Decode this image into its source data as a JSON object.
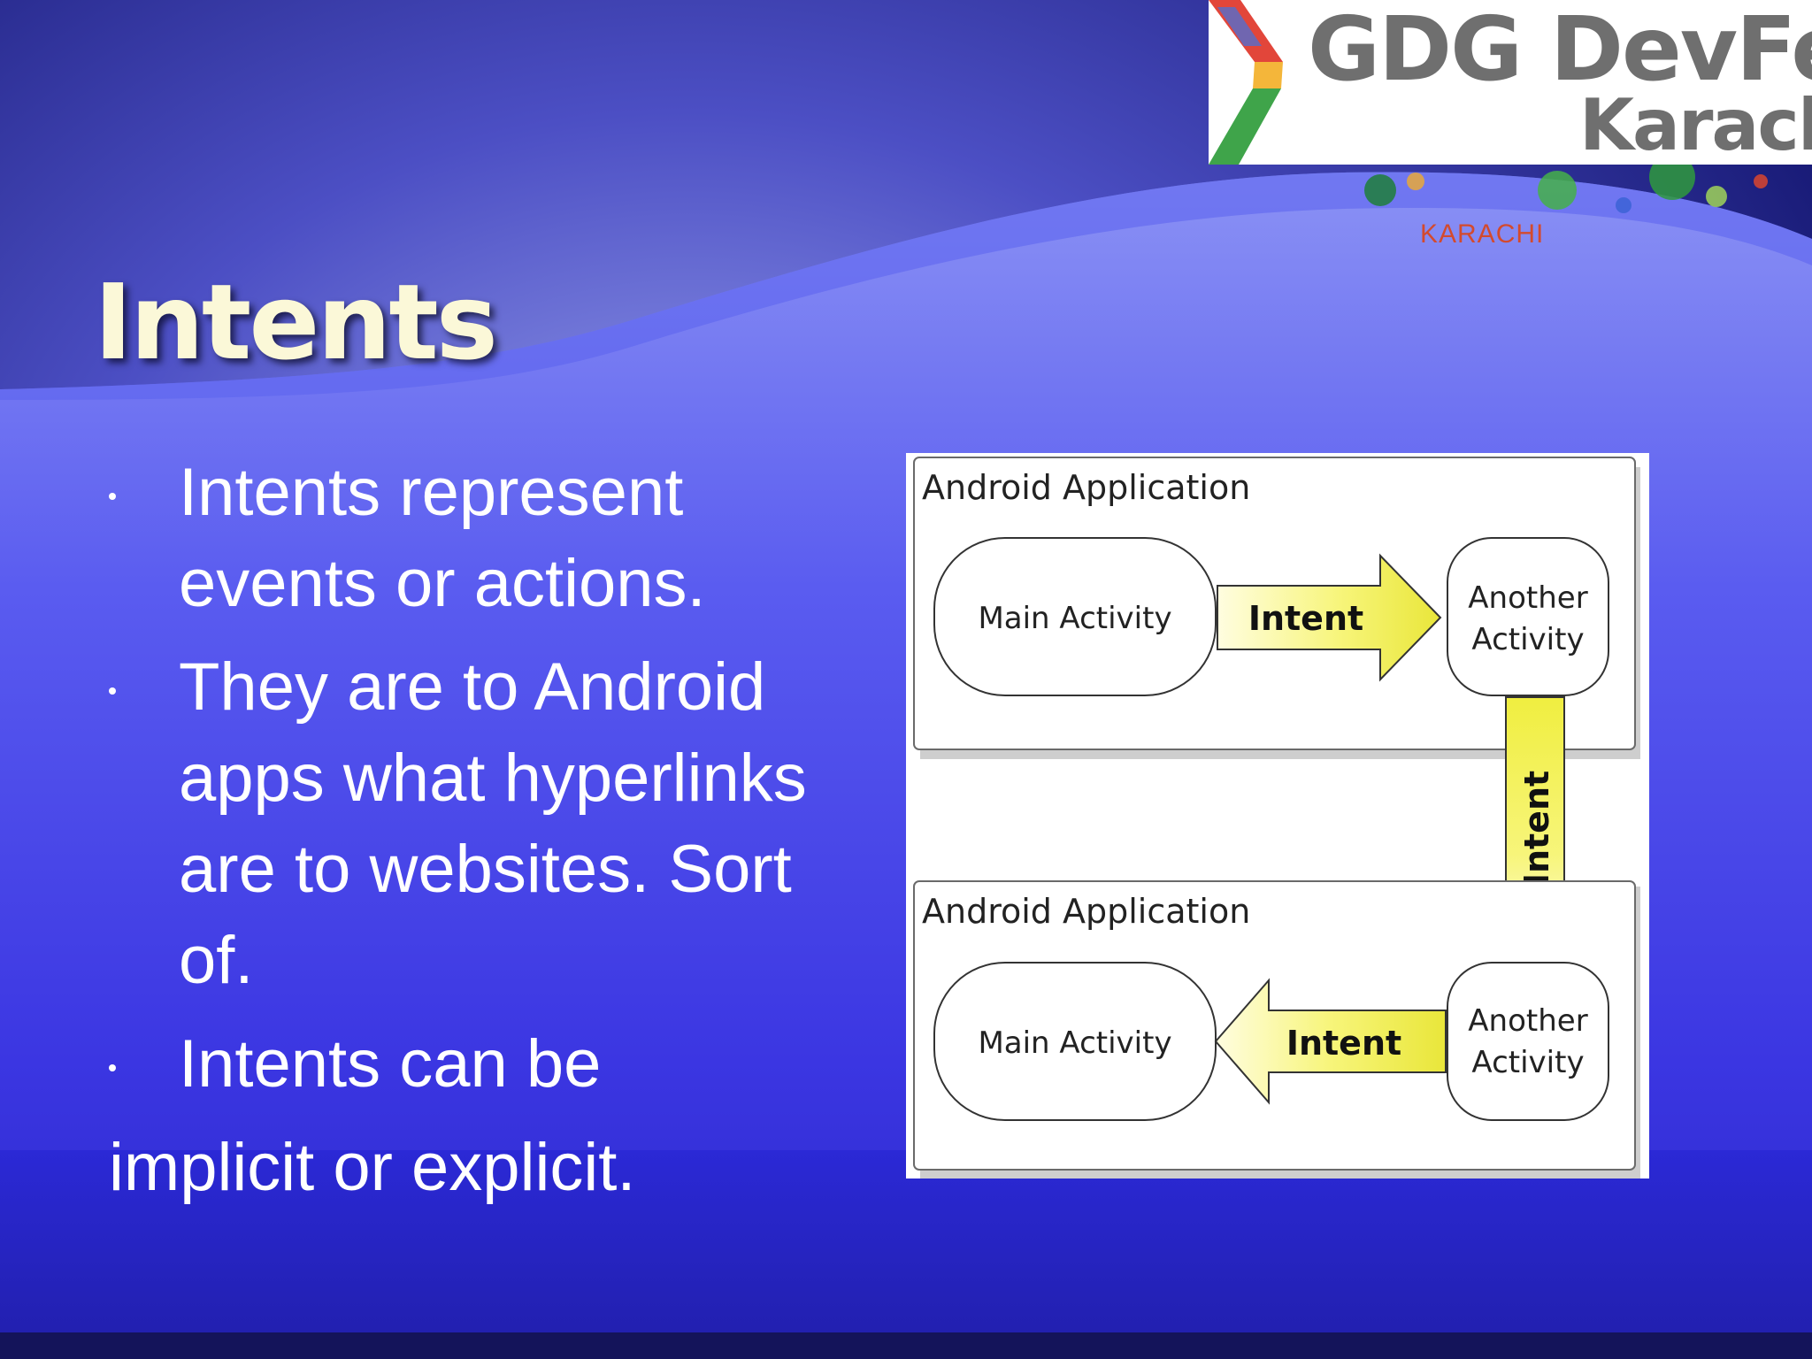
{
  "slide": {
    "title": "Intents",
    "bullets": [
      "Intents represent events or actions.",
      "They are to Android apps what hyperlinks are to websites. Sort of.",
      "Intents can be"
    ],
    "continuation": "implicit or explicit."
  },
  "logo": {
    "name": "GDG DevFest",
    "city": "Karachi",
    "tag": "KARACHI"
  },
  "diagram": {
    "top_app_label": "Android Application",
    "bottom_app_label": "Android Application",
    "top_left_node": "Main Activity",
    "top_right_node": [
      "Another",
      "Activity"
    ],
    "bottom_left_node": "Main Activity",
    "bottom_right_node": [
      "Another",
      "Activity"
    ],
    "arrow_top": "Intent",
    "arrow_vertical": "Intent",
    "arrow_bottom": "Intent"
  },
  "colors": {
    "title": "#fbf8d8",
    "arrow_fill": "#f4f36a",
    "background_dark": "#0c0f6e",
    "background_light": "#8b92f4"
  }
}
